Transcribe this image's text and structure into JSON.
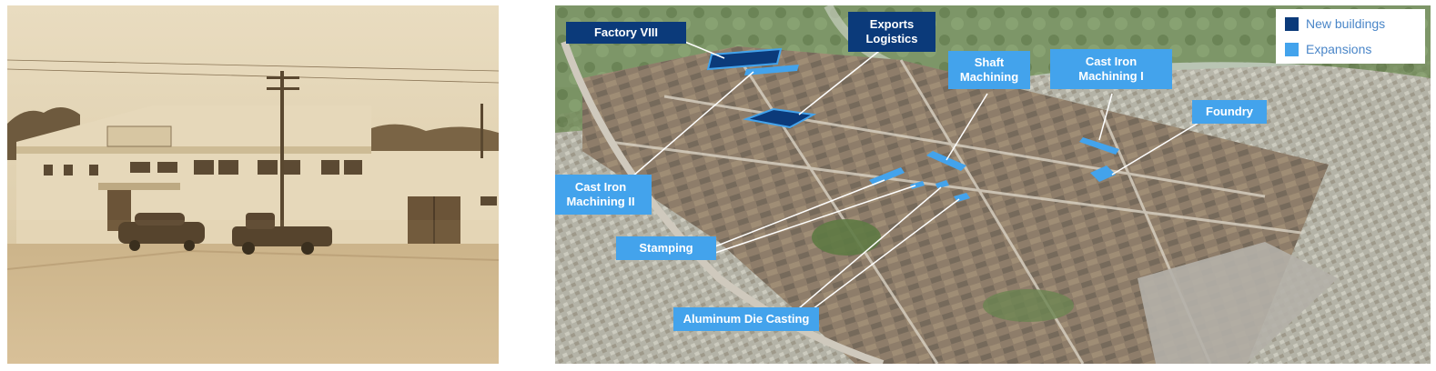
{
  "legend": {
    "new_buildings": "New buildings",
    "expansions": "Expansions",
    "colors": {
      "new": "#0b3a7a",
      "expansion": "#43a3ec"
    }
  },
  "labels": {
    "factory_viii": "Factory VIII",
    "exports_logistics": "Exports\nLogistics",
    "shaft_machining": "Shaft\nMachining",
    "cast_iron_machining_i": "Cast Iron\nMachining I",
    "foundry": "Foundry",
    "cast_iron_machining_ii": "Cast Iron\nMachining II",
    "stamping": "Stamping",
    "aluminum_die_casting": "Aluminum Die Casting"
  }
}
